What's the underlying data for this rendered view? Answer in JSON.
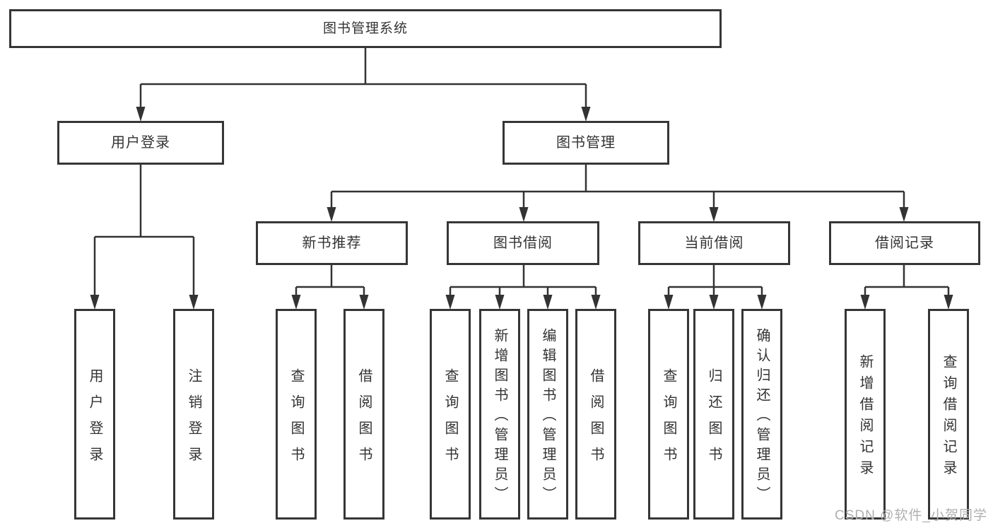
{
  "tree": {
    "root": "图书管理系统",
    "user_login": {
      "label": "用户登录",
      "children": [
        "用户登录",
        "注销登录"
      ]
    },
    "book_management": {
      "label": "图书管理",
      "sections": [
        {
          "label": "新书推荐",
          "children": [
            "查询图书",
            "借阅图书"
          ]
        },
        {
          "label": "图书借阅",
          "children": [
            "查询图书",
            "新增图书（管理员）",
            "编辑图书（管理员）",
            "借阅图书"
          ]
        },
        {
          "label": "当前借阅",
          "children": [
            "查询图书",
            "归还图书",
            "确认归还（管理员）"
          ]
        },
        {
          "label": "借阅记录",
          "children": [
            "新增借阅记录",
            "查询借阅记录"
          ]
        }
      ]
    }
  },
  "watermark": "CSDN @软件_小贺同学",
  "colors": {
    "line": "#333333",
    "box_border": "#363636",
    "box_fill": "#ffffff",
    "text": "#333333",
    "watermark": "#b0b0b0"
  }
}
